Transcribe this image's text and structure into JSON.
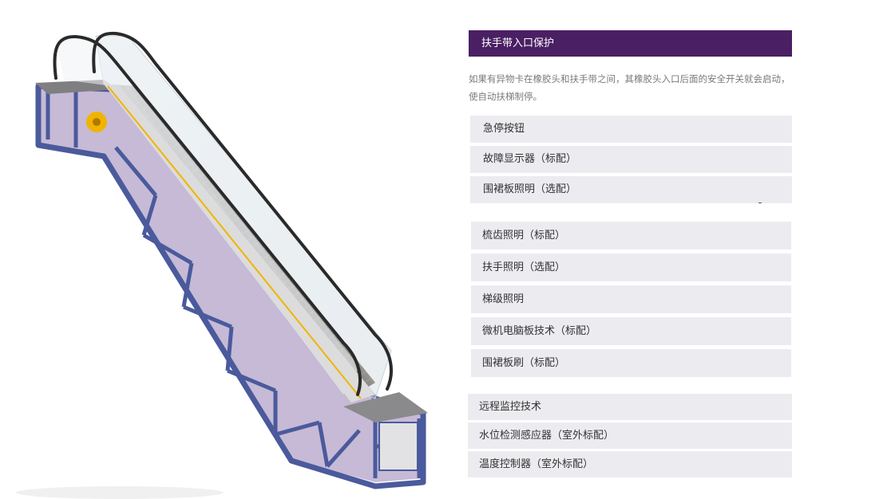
{
  "colors": {
    "header_bg": "#4a1f63",
    "item_bg": "#ececf0",
    "desc_text": "#7a7a7a",
    "frame_blue": "#4a5a9c",
    "accent_yellow": "#f0b400"
  },
  "illustration": {
    "subject": "escalator",
    "icon": "escalator-illustration"
  },
  "feature": {
    "title": "扶手带入口保护",
    "description": "如果有异物卡在橡胶头和扶手带之间，其橡胶头入口后面的安全开关就会启动，使自动扶梯制停。"
  },
  "group1": [
    "急停按钮",
    "故障显示器（标配）",
    "围裙板照明（选配）"
  ],
  "group2": [
    "梳齿照明（标配）",
    "扶手照明（选配）",
    "梯级照明",
    "微机电脑板技术（标配）",
    "围裙板刷（标配）"
  ],
  "group3": [
    "远程监控技术",
    "水位检测感应器（室外标配）",
    "温度控制器（室外标配）"
  ]
}
